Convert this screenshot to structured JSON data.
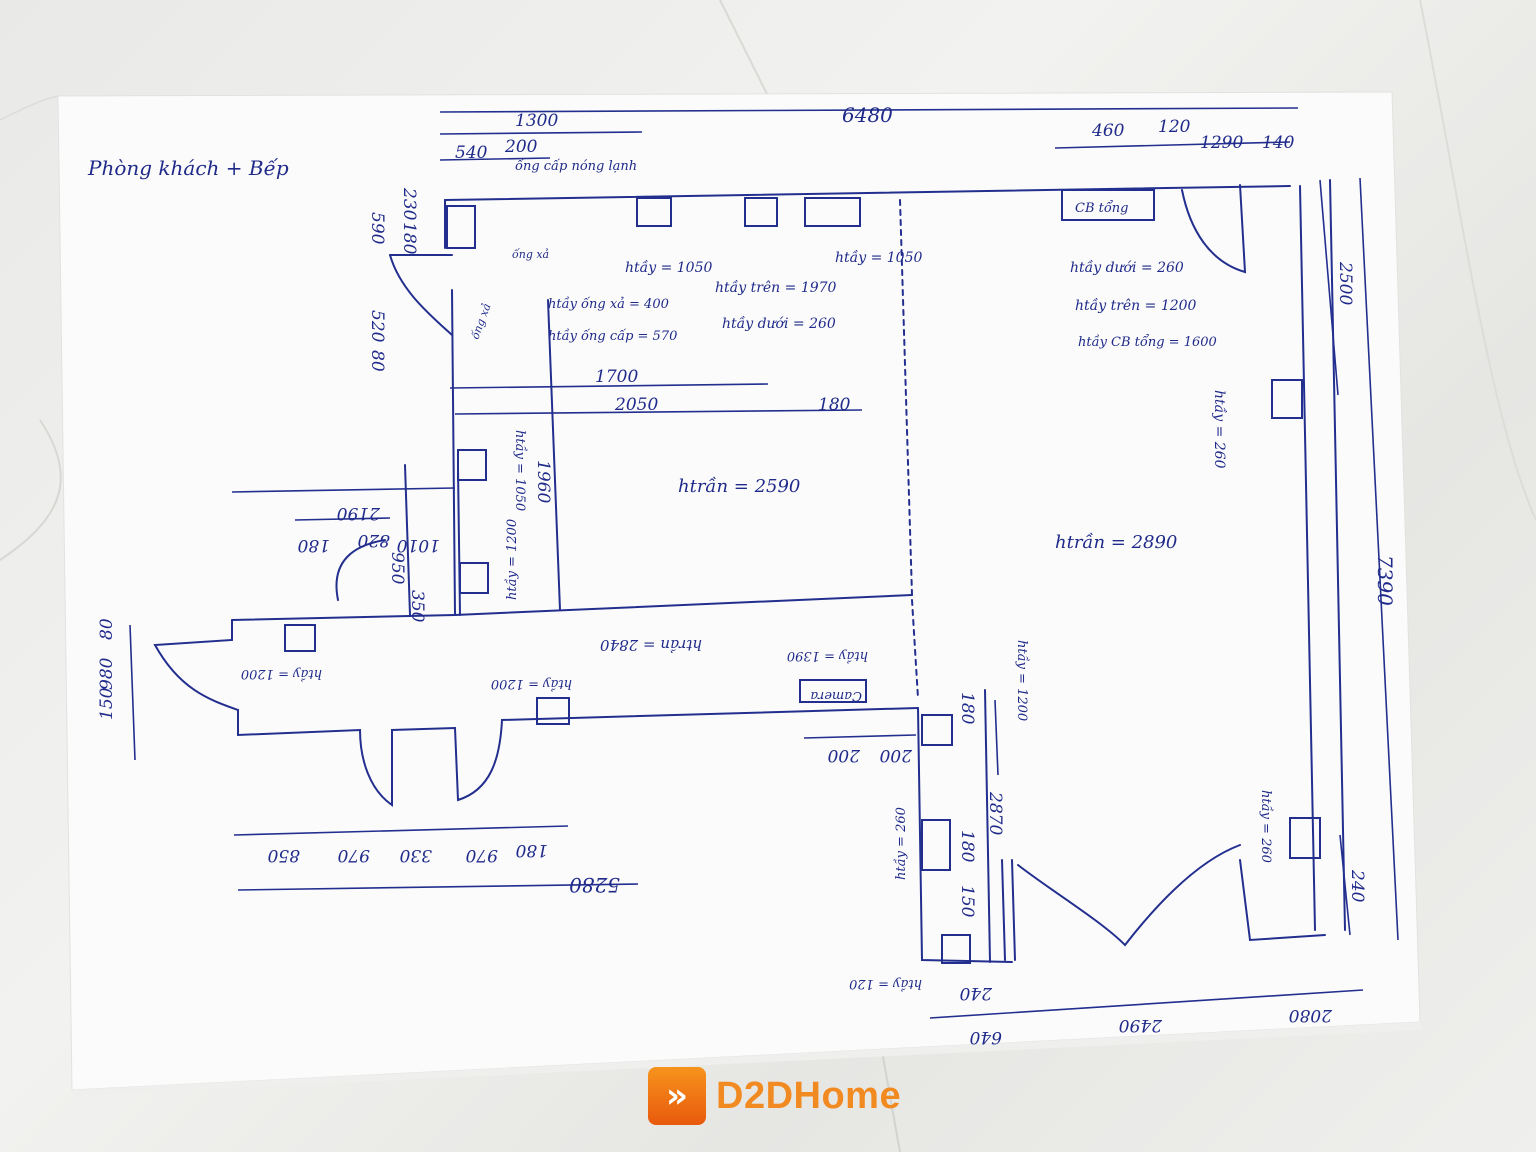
{
  "sheet": {
    "title": "Phòng khách + Bếp",
    "overall_width": "6480",
    "overall_height": "7390",
    "room_right_height": "2500",
    "bottom_total": "5280"
  },
  "top_dims": [
    "1300",
    "540",
    "200",
    "ống cấp nóng lạnh",
    "460",
    "120",
    "1290",
    "140"
  ],
  "left_dims": [
    "590",
    "230",
    "180",
    "520",
    "80",
    "150",
    "980",
    "80"
  ],
  "kitchen_notes": [
    "htầy = 1050",
    "htầy = 1050",
    "htầy trên = 1970",
    "htầy dưới = 260",
    "htầy ống xả = 400",
    "htầy ống cấp = 570",
    "ống xả",
    "ống xả"
  ],
  "right_notes": [
    "htầy dưới = 260",
    "htầy trên = 1200",
    "htầy CB tổng = 1600",
    "CB tổng",
    "htầy = 260"
  ],
  "mid_dims": [
    "1700",
    "2050",
    "180",
    "2190",
    "1960",
    "htầy = 1200",
    "htầy = 1050"
  ],
  "ceilings": [
    "htrần = 2590",
    "htrần = 2890",
    "htrần = 2840"
  ],
  "lower_notes": [
    "820",
    "180",
    "1010",
    "950",
    "350",
    "htầy = 1200",
    "htầy = 1200",
    "htầy = 1390",
    "Camera",
    "htầy = 260",
    "htầy = 260",
    "180",
    "200",
    "200",
    "2870",
    "180",
    "150",
    "htầy = 1200",
    "htầy = 120"
  ],
  "bottom_dims": [
    "850",
    "970",
    "330",
    "970",
    "180",
    "240",
    "640",
    "2490",
    "2080",
    "240"
  ],
  "brand": {
    "badge": "»",
    "name": "D2DHome"
  }
}
